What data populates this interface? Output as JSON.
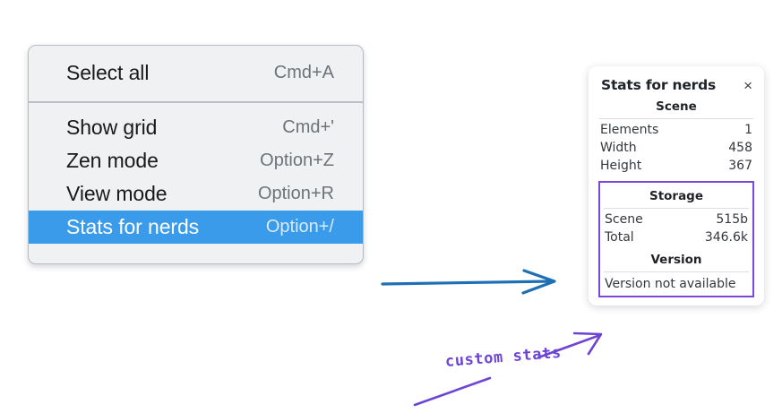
{
  "context_menu": {
    "groups": [
      {
        "items": [
          {
            "label": "Select all",
            "shortcut": "Cmd+A",
            "selected": false
          }
        ]
      },
      {
        "items": [
          {
            "label": "Show grid",
            "shortcut": "Cmd+'",
            "selected": false
          },
          {
            "label": "Zen mode",
            "shortcut": "Option+Z",
            "selected": false
          },
          {
            "label": "View mode",
            "shortcut": "Option+R",
            "selected": false
          },
          {
            "label": "Stats for nerds",
            "shortcut": "Option+/",
            "selected": true
          }
        ]
      }
    ],
    "highlight_color": "#3b9beb",
    "background_color": "#f0f1f3"
  },
  "stats_panel": {
    "title": "Stats for nerds",
    "close_icon": "close-icon",
    "close_glyph": "×",
    "sections": [
      {
        "header": "Scene",
        "boxed": false,
        "rows": [
          {
            "key": "Elements",
            "value": "1"
          },
          {
            "key": "Width",
            "value": "458"
          },
          {
            "key": "Height",
            "value": "367"
          }
        ],
        "note": null
      },
      {
        "header": "Storage",
        "boxed": true,
        "rows": [
          {
            "key": "Scene",
            "value": "515b"
          },
          {
            "key": "Total",
            "value": "346.6k"
          }
        ],
        "note": null
      },
      {
        "header": "Version",
        "boxed": true,
        "rows": [],
        "note": "Version not available"
      }
    ],
    "box_highlight_color": "#7b48d8"
  },
  "annotations": {
    "handwritten_label": "custom stats",
    "handwritten_color": "#6d45d4",
    "blue_arrow_color": "#1f6fb5",
    "purple_arrow_color": "#6d45d4"
  }
}
